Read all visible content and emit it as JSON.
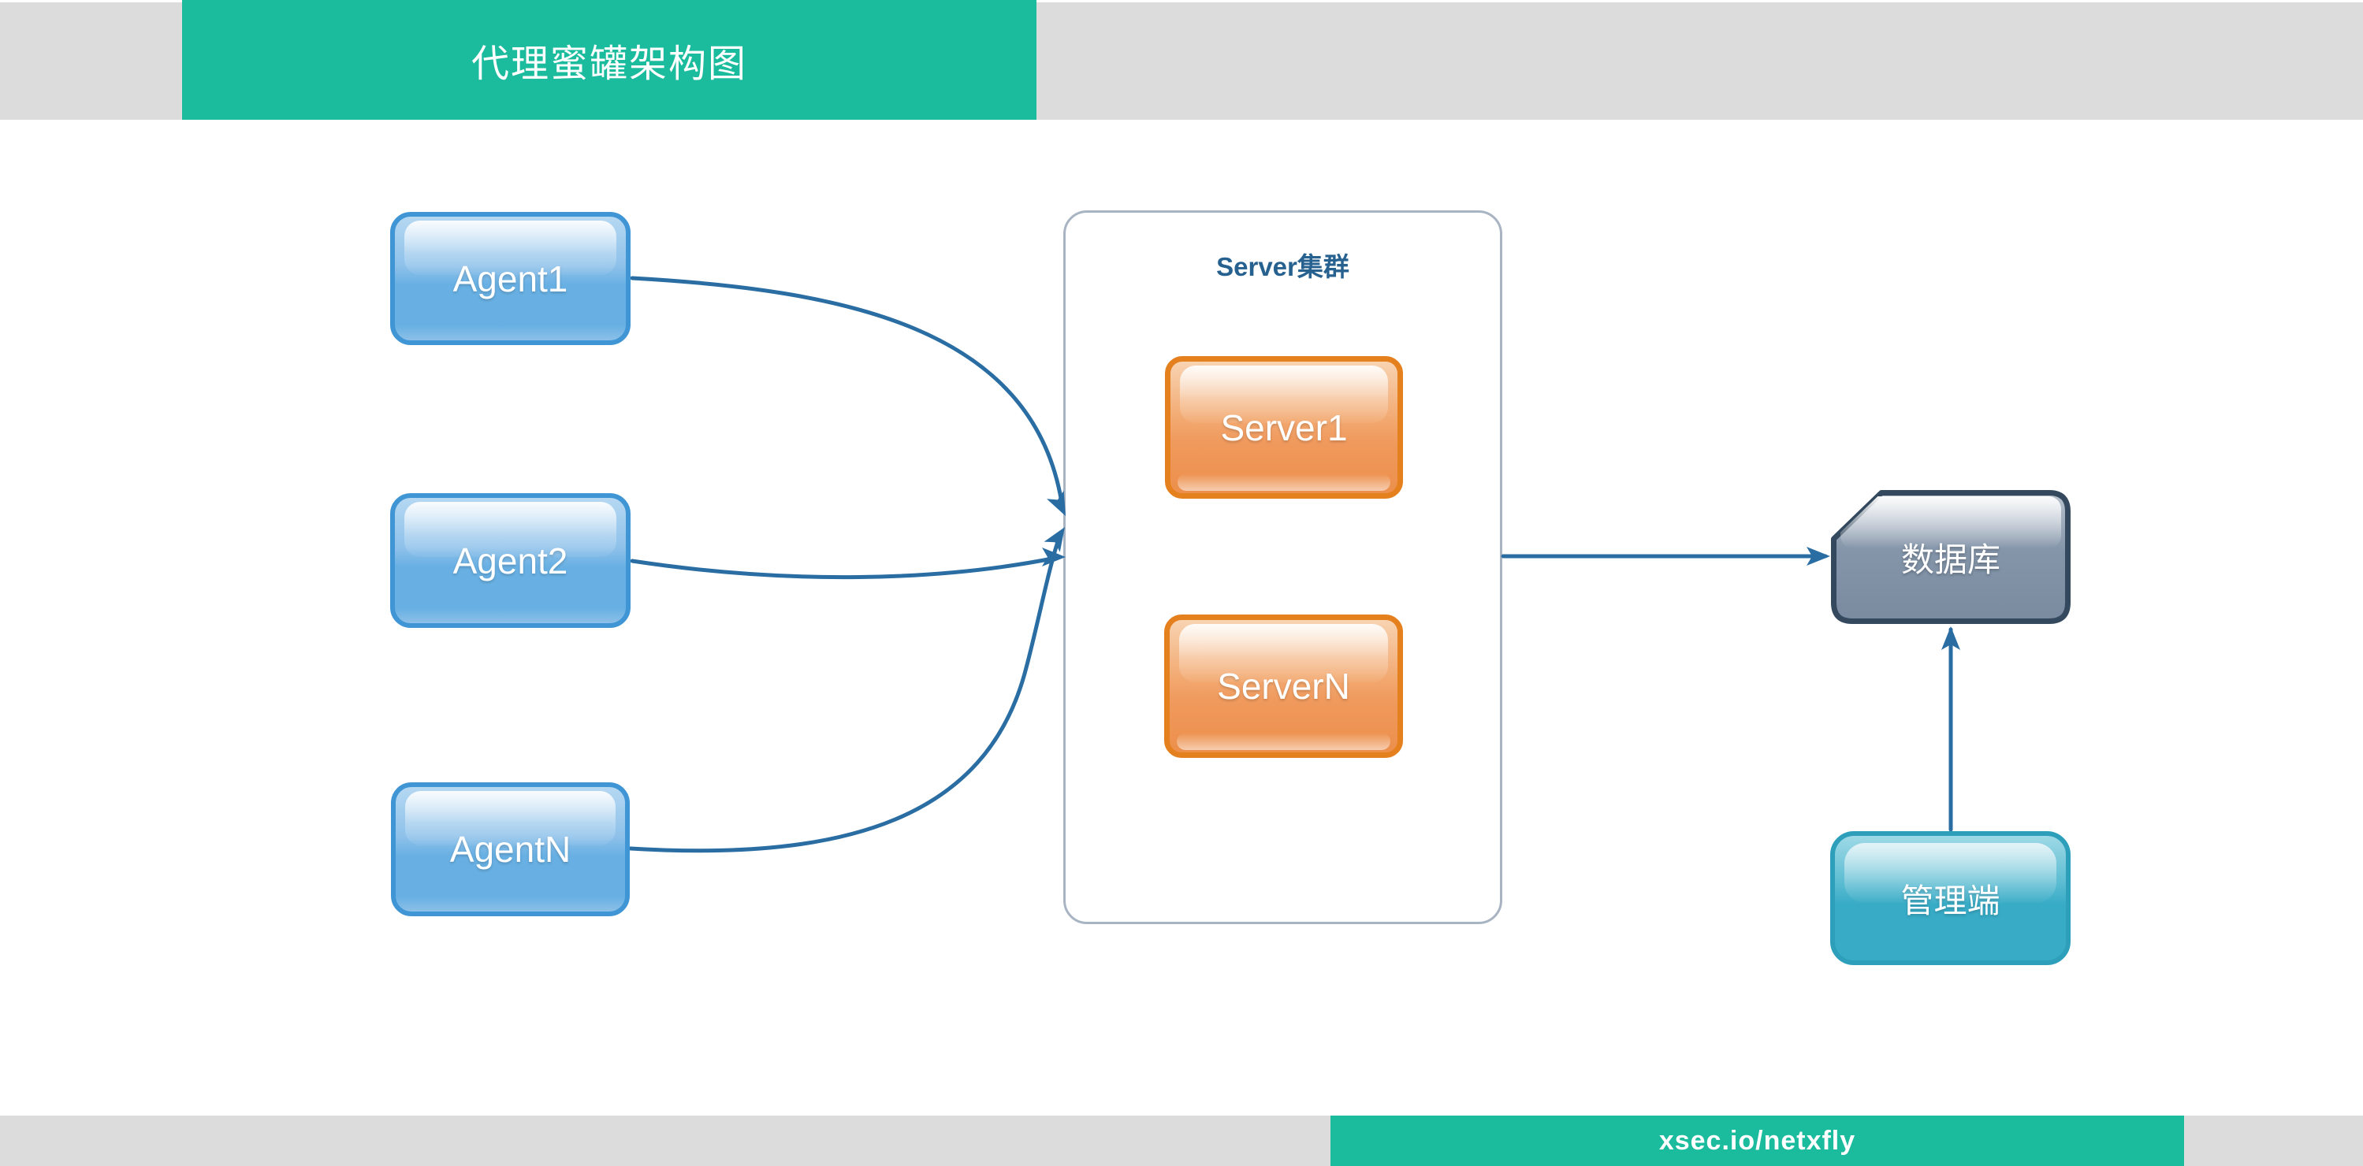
{
  "header": {
    "title": "代理蜜罐架构图"
  },
  "footer": {
    "url": "xsec.io/netxfly"
  },
  "cluster": {
    "label": "Server集群"
  },
  "nodes": {
    "agent1": "Agent1",
    "agent2": "Agent2",
    "agentn": "AgentN",
    "server1": "Server1",
    "servern": "ServerN",
    "database": "数据库",
    "admin": "管理端"
  },
  "edges": [
    {
      "from": "Agent1",
      "to": "Server集群"
    },
    {
      "from": "Agent2",
      "to": "Server集群"
    },
    {
      "from": "AgentN",
      "to": "Server集群"
    },
    {
      "from": "Server集群",
      "to": "数据库"
    },
    {
      "from": "管理端",
      "to": "数据库"
    }
  ],
  "colors": {
    "banner_green": "#1bbc9d",
    "bar_gray": "#dcdcdc",
    "agent_blue_border": "#4095d5",
    "agent_blue_fill": "#68b0e3",
    "server_orange_border": "#e5801f",
    "server_orange_fill": "#f09a5e",
    "database_slate_border": "#34495e",
    "database_slate_fill": "#7a8ba0",
    "admin_teal_border": "#2d9fba",
    "admin_teal_fill": "#38abc6",
    "connector_blue": "#2a6da3",
    "cluster_label_blue": "#26618f"
  }
}
